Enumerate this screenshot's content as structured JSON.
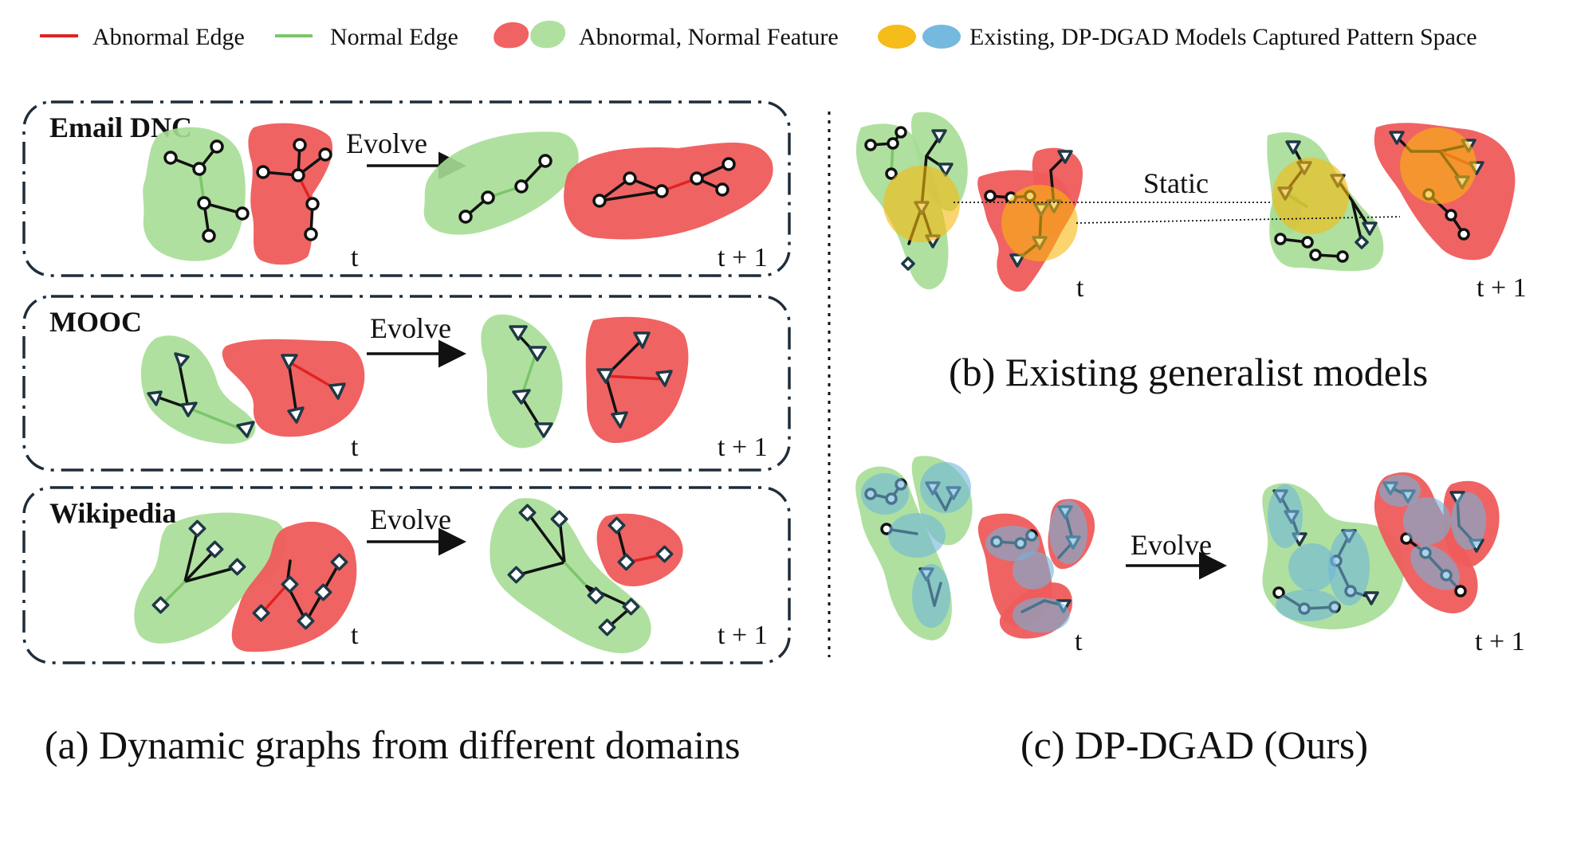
{
  "legend": {
    "abnormal_edge": "Abnormal Edge",
    "normal_edge": "Normal Edge",
    "features": "Abnormal, Normal Feature",
    "pattern_space": "Existing, DP-DGAD Models Captured Pattern Space"
  },
  "panels": {
    "email": {
      "title": "Email DNC",
      "evolve": "Evolve",
      "t": "t",
      "t1": "t + 1"
    },
    "mooc": {
      "title": "MOOC",
      "evolve": "Evolve",
      "t": "t",
      "t1": "t + 1"
    },
    "wiki": {
      "title": "Wikipedia",
      "evolve": "Evolve",
      "t": "t",
      "t1": "t + 1"
    },
    "b": {
      "static": "Static",
      "t": "t",
      "t1": "t + 1"
    },
    "c": {
      "evolve": "Evolve",
      "t": "t",
      "t1": "t + 1"
    }
  },
  "captions": {
    "a": "(a) Dynamic graphs from different domains",
    "b": "(b) Existing generalist models",
    "c": "(c) DP-DGAD (Ours)"
  },
  "colors": {
    "abnormal": "#ef5b5b",
    "normal": "#a6dd95",
    "existing_space": "#f6b80e",
    "dpdgad_space": "#6fb5dc"
  }
}
